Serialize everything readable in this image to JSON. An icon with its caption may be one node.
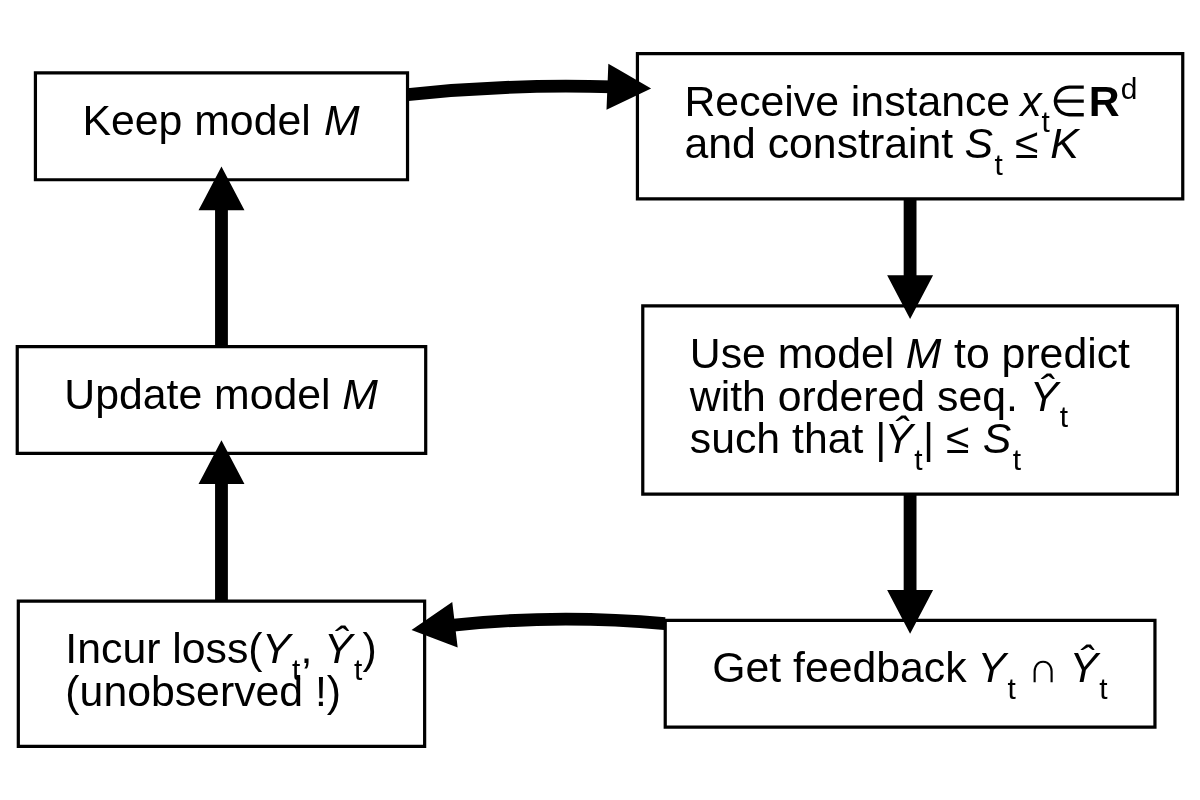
{
  "diagram": {
    "nodes": [
      {
        "text": [
          "Keep model *M*"
        ]
      },
      {
        "text": [
          "Receive instance *x*$_{t}$∈**R**$^{d}$ and constraint *S*$_{t}$ ≤ *K*"
        ]
      },
      {
        "text": [
          "Use model *M* to predict with ordered seq. *Ŷ*$_{t}$ such that |*Ŷ*$_{t}$| ≤ *S*$_{t}$"
        ]
      },
      {
        "text": [
          "Get feedback *Y*$_{t}$ ∩ *Ŷ*$_{t}$"
        ]
      },
      {
        "text": [
          "Incur loss(*Y*$_{t}$, *Ŷ*$_{t}$) (unobserved !)"
        ]
      },
      {
        "text": [
          "Update model *M*"
        ]
      }
    ],
    "edges": [
      {
        "from": 0,
        "to": 1,
        "arrow": "to"
      },
      {
        "from": 1,
        "to": 2,
        "arrow": "to"
      },
      {
        "from": 2,
        "to": 3,
        "arrow": "to"
      },
      {
        "from": 3,
        "to": 4,
        "arrow": "to"
      },
      {
        "from": 4,
        "to": 5,
        "arrow": "to"
      },
      {
        "from": 5,
        "to": 0,
        "arrow": "to"
      }
    ]
  }
}
